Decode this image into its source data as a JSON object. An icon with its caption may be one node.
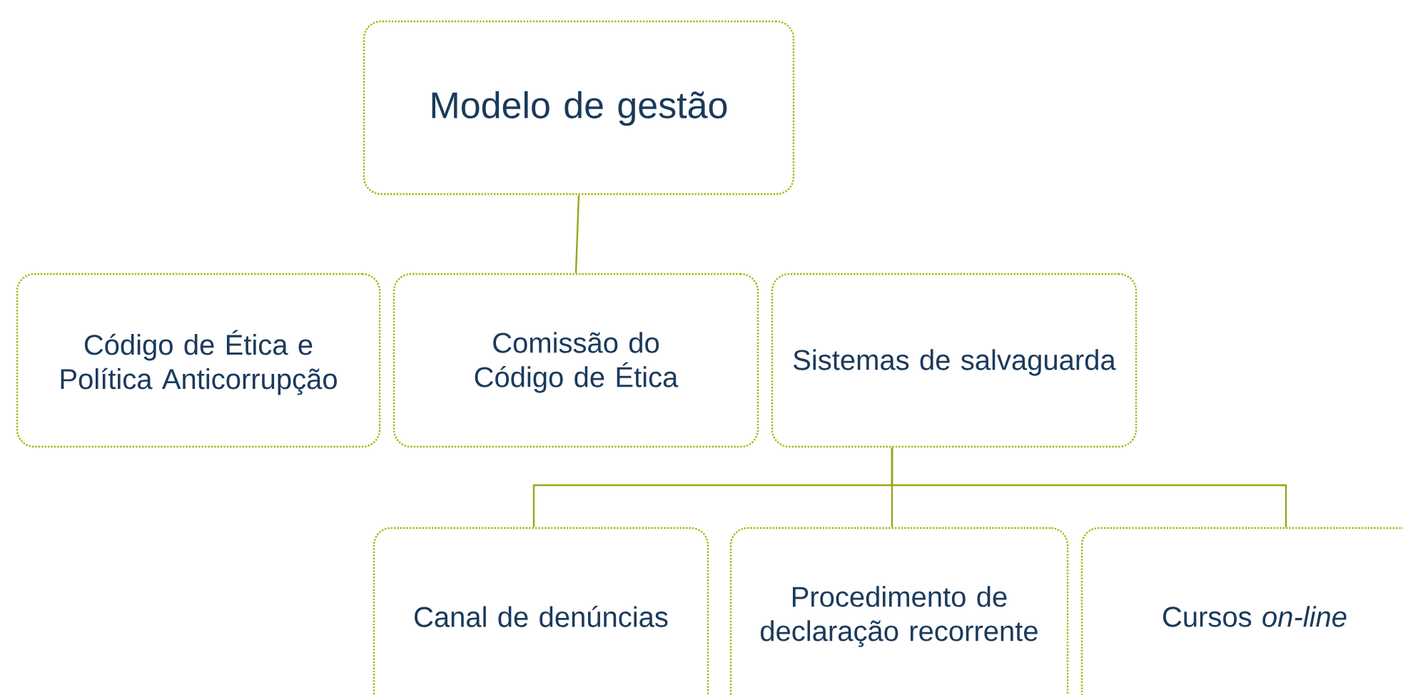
{
  "diagram": {
    "nodes": [
      {
        "text": [
          "Modelo de gestão"
        ]
      },
      {
        "text": [
          "Código de Ética e Política Anticorrupção"
        ]
      },
      {
        "text": [
          "Comissão do Código de Ética"
        ]
      },
      {
        "text": [
          "Sistemas de salvaguarda"
        ]
      },
      {
        "text": [
          "Canal de denúncias"
        ]
      },
      {
        "text": [
          "Procedimento de declaração recorrente"
        ]
      },
      {
        "text": [
          "Cursos *on-line*"
        ]
      }
    ],
    "edges": [
      {
        "from": 0,
        "to": 2,
        "arrow": "none"
      },
      {
        "from": 3,
        "to": 4,
        "arrow": "none"
      },
      {
        "from": 3,
        "to": 5,
        "arrow": "none"
      },
      {
        "from": 3,
        "to": 6,
        "arrow": "none"
      }
    ]
  }
}
